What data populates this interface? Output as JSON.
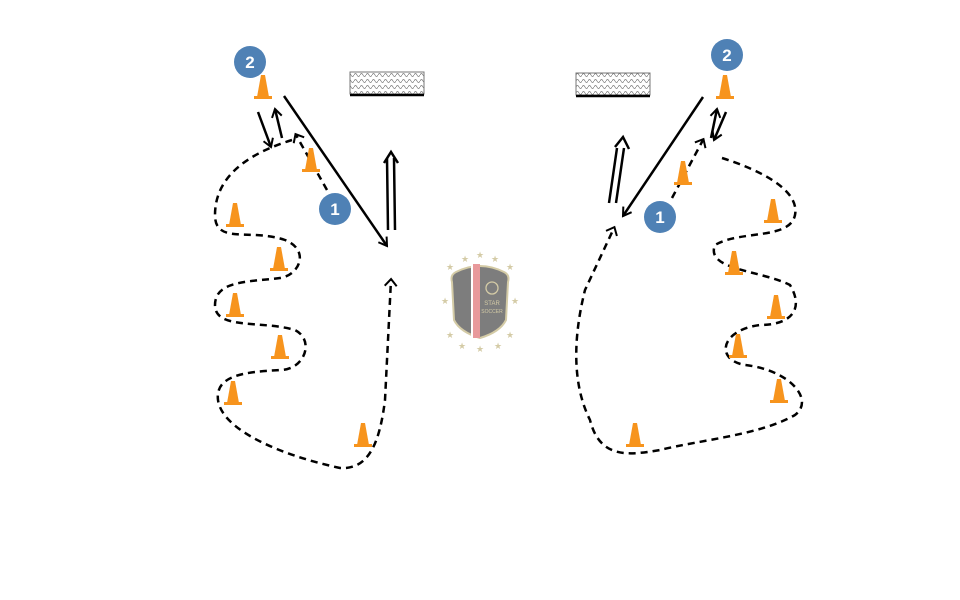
{
  "colors": {
    "player": "#4f81b5",
    "cone": "#f7941d",
    "line": "#000000",
    "logo_gold": "#d4cba6",
    "logo_gray": "#7d7d7d",
    "logo_pink": "#e8999b"
  },
  "logo": {
    "text_line1": "STAR",
    "text_line2": "SOCCER"
  },
  "left": {
    "players": [
      {
        "label": "2"
      },
      {
        "label": "1"
      }
    ]
  },
  "right": {
    "players": [
      {
        "label": "2"
      },
      {
        "label": "1"
      }
    ]
  },
  "icons": {
    "cone": "traffic-cone-icon",
    "goal": "mini-goal",
    "player": "numbered-player-marker"
  }
}
